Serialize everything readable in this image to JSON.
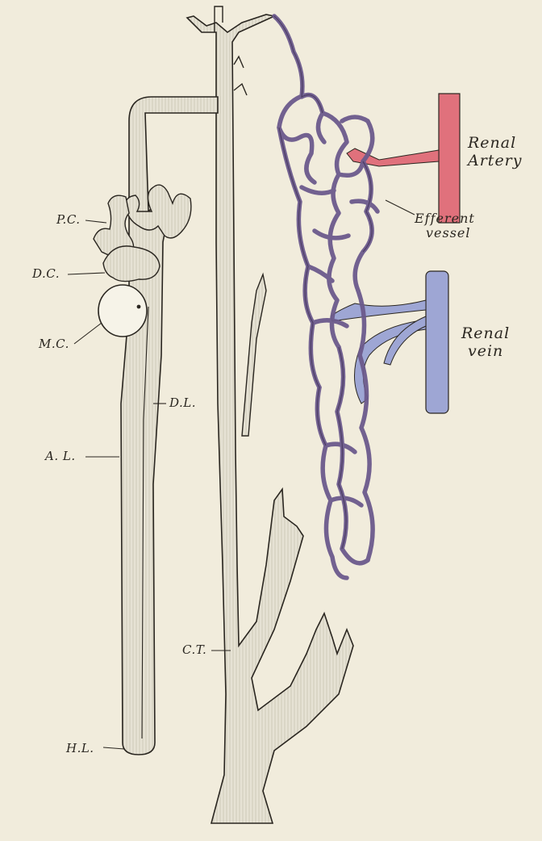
{
  "labels": {
    "pc": "P.C.",
    "dc": "D.C.",
    "mc": "M.C.",
    "dl": "D.L.",
    "al": "A. L.",
    "hl": "H.L.",
    "ct": "C.T.",
    "renal_artery_line1": "Renal",
    "renal_artery_line2": "Artery",
    "efferent_line1": "Efferent",
    "efferent_line2": "vessel",
    "renal_vein_line1": "Renal",
    "renal_vein_line2": "vein"
  },
  "colors": {
    "paper": "#f1ecdc",
    "ink": "#2a2620",
    "tubule_fill": "#e6e2d4",
    "artery": "#e0717c",
    "vein": "#9ea6d4",
    "vessels": "#6c5a8c"
  }
}
